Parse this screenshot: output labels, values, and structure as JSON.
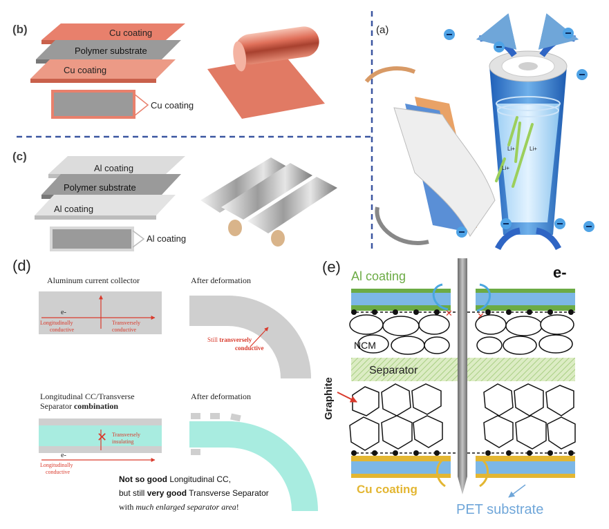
{
  "panels": {
    "b": {
      "tag": "(b)",
      "layer_top": "Cu coating",
      "layer_middle": "Polymer substrate",
      "layer_bottom": "Cu coating",
      "section_label": "Cu coating"
    },
    "c": {
      "tag": "(c)",
      "layer_top": "Al coating",
      "layer_middle": "Polymer substrate",
      "layer_bottom": "Al coating",
      "section_label": "Al coating"
    },
    "a": {
      "tag": "(a)",
      "ion_label": "Li+"
    },
    "d": {
      "tag": "(d)",
      "title_left": "Aluminum current collector",
      "title_right": "After deformation",
      "electron": "e-",
      "longitudinal_1": "Longitudinally",
      "longitudinal_2": "conductive",
      "transverse_1": "Transversely",
      "transverse_2": "conductive",
      "still_prefix": "Still ",
      "still_bold": "transversely",
      "still_2": "conductive",
      "combo_line1": "Longitudinal CC/Transverse",
      "combo_line2_prefix": "Separator ",
      "combo_line2_bold": "combination",
      "title_right_2": "After deformation",
      "insulating_1": "Transversely",
      "insulating_2": "insulating",
      "electron_2": "e-",
      "longitudinal_b1": "Longitudinally",
      "longitudinal_b2": "conductive",
      "note_bold1": "Not so good",
      "note_rest1": " Longitudinal CC,",
      "note_pre2": "but still ",
      "note_bold2": "very good",
      "note_rest2": " Transverse Separator",
      "note_pre3": "with ",
      "note_italic3": "much enlarged separator area",
      "note_end3": "!"
    },
    "e": {
      "tag": "(e)",
      "al_coating": "Al coating",
      "electron": "e-",
      "ncm": "NCM",
      "separator": "Separator",
      "graphite": "Graphite",
      "cu_coating": "Cu coating",
      "pet_substrate": "PET substrate"
    }
  },
  "colors": {
    "copper": "#e8806c",
    "aluminum": "#cfcfcf",
    "polymer": "#9a9a9a",
    "divider": "#3a55a0",
    "al_green": "#6cab45",
    "cu_yellow": "#e3b632",
    "pet_blue": "#6fa6d9",
    "separator_green": "#cfe6b0",
    "cyan_separator": "#a8ece0",
    "red_label": "#d93a2c"
  }
}
